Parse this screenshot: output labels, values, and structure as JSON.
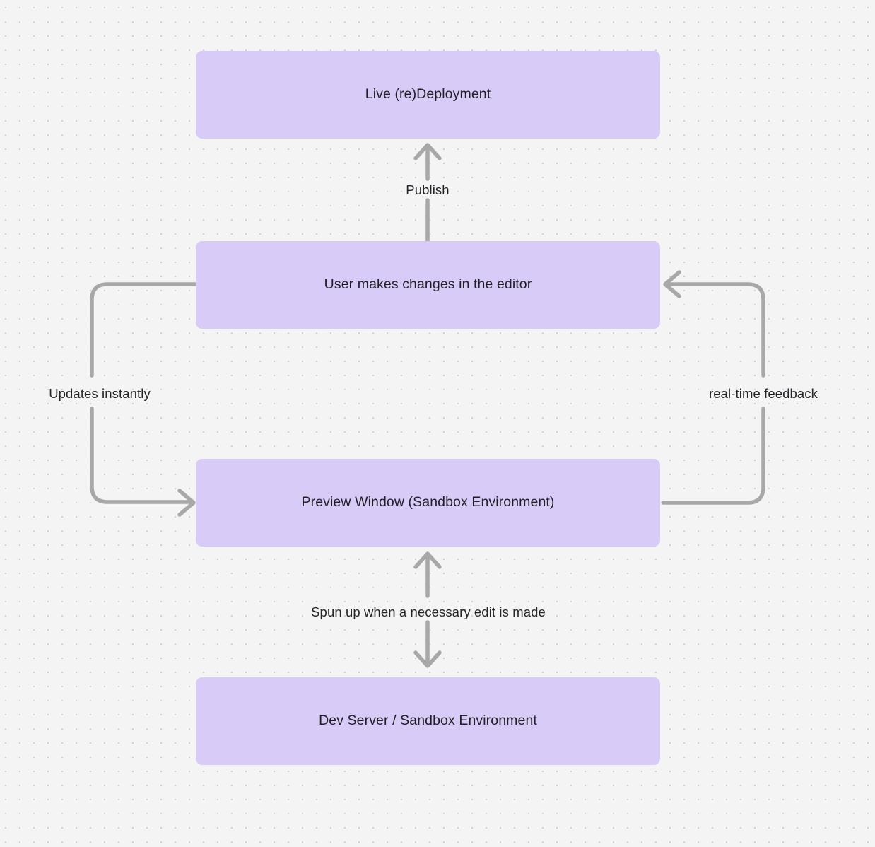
{
  "diagram": {
    "type": "flowchart",
    "background": "#f4f4f4",
    "node_fill": "#d9cbf7",
    "edge_stroke": "#a8a8a8",
    "text_color": "#1f1f24",
    "nodes": [
      {
        "id": "live",
        "label": "Live (re)Deployment"
      },
      {
        "id": "editor",
        "label": "User makes changes in the editor"
      },
      {
        "id": "preview",
        "label": "Preview Window (Sandbox Environment)"
      },
      {
        "id": "devserver",
        "label": "Dev Server / Sandbox Environment"
      }
    ],
    "edges": [
      {
        "id": "publish",
        "label": "Publish",
        "from": "editor",
        "to": "live",
        "direction": "up"
      },
      {
        "id": "updates",
        "label": "Updates instantly",
        "from": "editor",
        "to": "preview",
        "direction": "left-loop"
      },
      {
        "id": "realtime",
        "label": "real-time feedback",
        "from": "preview",
        "to": "editor",
        "direction": "right-loop"
      },
      {
        "id": "spunup",
        "label": "Spun up when a necessary edit is made",
        "from": "preview",
        "to": "devserver",
        "direction": "bidirectional"
      }
    ]
  }
}
